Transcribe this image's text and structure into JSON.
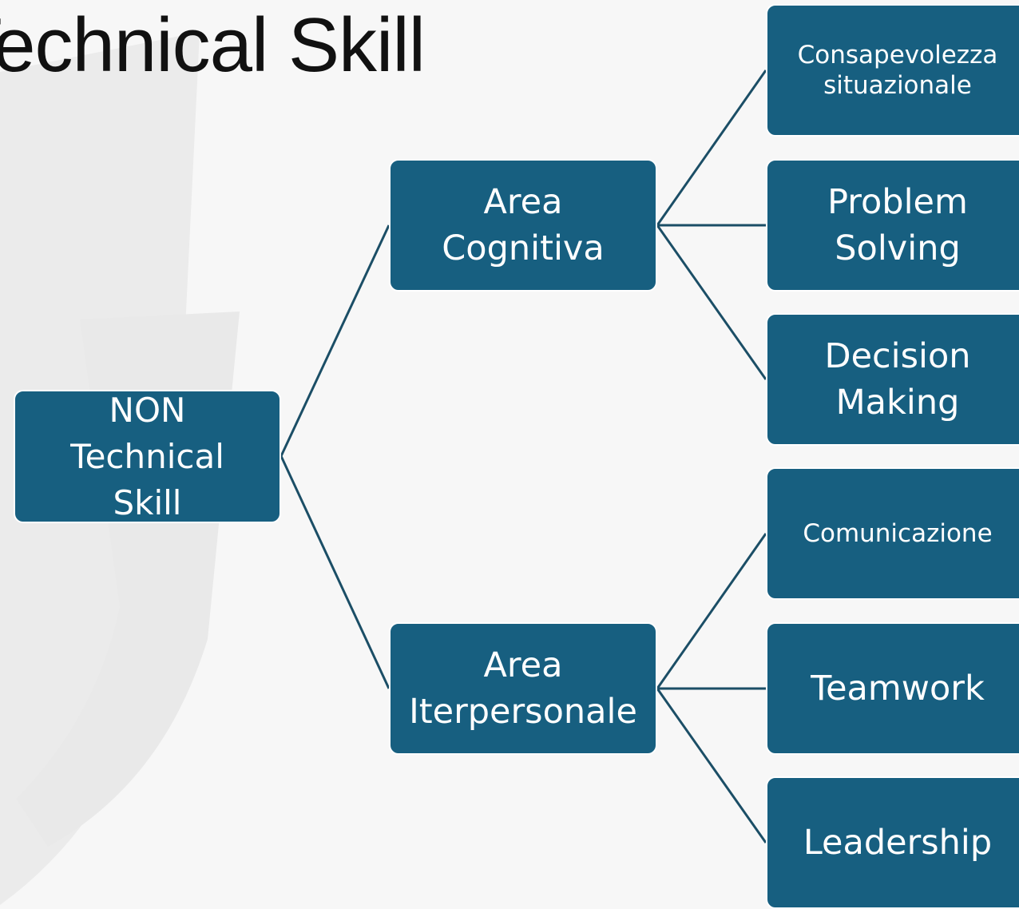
{
  "title": "NON Technical Skill",
  "colors": {
    "node_fill": "#175f80",
    "connector": "#1b4e66",
    "background": "#f7f7f7",
    "title_text": "#111111"
  },
  "diagram": {
    "root": "NON\nTechnical\nSkill",
    "areas": [
      {
        "label": "Area\nCognitiva",
        "skills": [
          "Consapevolezza\nsituazionale",
          "Problem\nSolving",
          "Decision\nMaking"
        ]
      },
      {
        "label": "Area\nIterpersonale",
        "skills": [
          "Comunicazione",
          "Teamwork",
          "Leadership"
        ]
      }
    ]
  }
}
